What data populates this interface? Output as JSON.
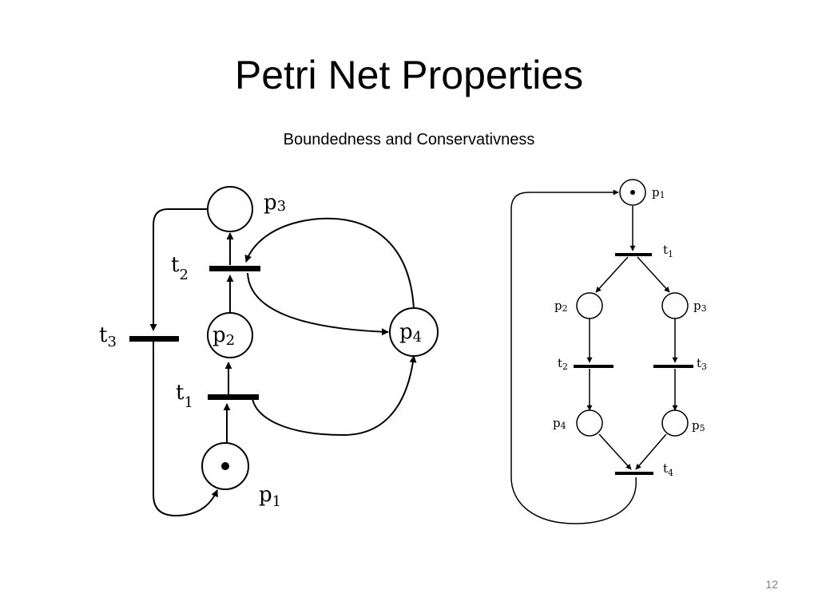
{
  "slide": {
    "title": "Petri Net Properties",
    "subtitle": "Boundedness and Conservativness",
    "page_number": "12"
  },
  "colors": {
    "ink": "#000000",
    "page_number": "#7f7f7f",
    "background": "#ffffff"
  },
  "left_net": {
    "places": [
      {
        "base": "p",
        "sub": "1",
        "tokens": 1
      },
      {
        "base": "p",
        "sub": "2",
        "tokens": 0
      },
      {
        "base": "p",
        "sub": "3",
        "tokens": 0
      },
      {
        "base": "p",
        "sub": "4",
        "tokens": 0
      }
    ],
    "transitions": [
      {
        "base": "t",
        "sub": "1"
      },
      {
        "base": "t",
        "sub": "2"
      },
      {
        "base": "t",
        "sub": "3"
      }
    ]
  },
  "right_net": {
    "places": [
      {
        "base": "p",
        "sub": "1",
        "tokens": 1
      },
      {
        "base": "p",
        "sub": "2",
        "tokens": 0
      },
      {
        "base": "p",
        "sub": "3",
        "tokens": 0
      },
      {
        "base": "p",
        "sub": "4",
        "tokens": 0
      },
      {
        "base": "p",
        "sub": "5",
        "tokens": 0
      }
    ],
    "transitions": [
      {
        "base": "t",
        "sub": "1"
      },
      {
        "base": "t",
        "sub": "2"
      },
      {
        "base": "t",
        "sub": "3"
      },
      {
        "base": "t",
        "sub": "4"
      }
    ]
  }
}
